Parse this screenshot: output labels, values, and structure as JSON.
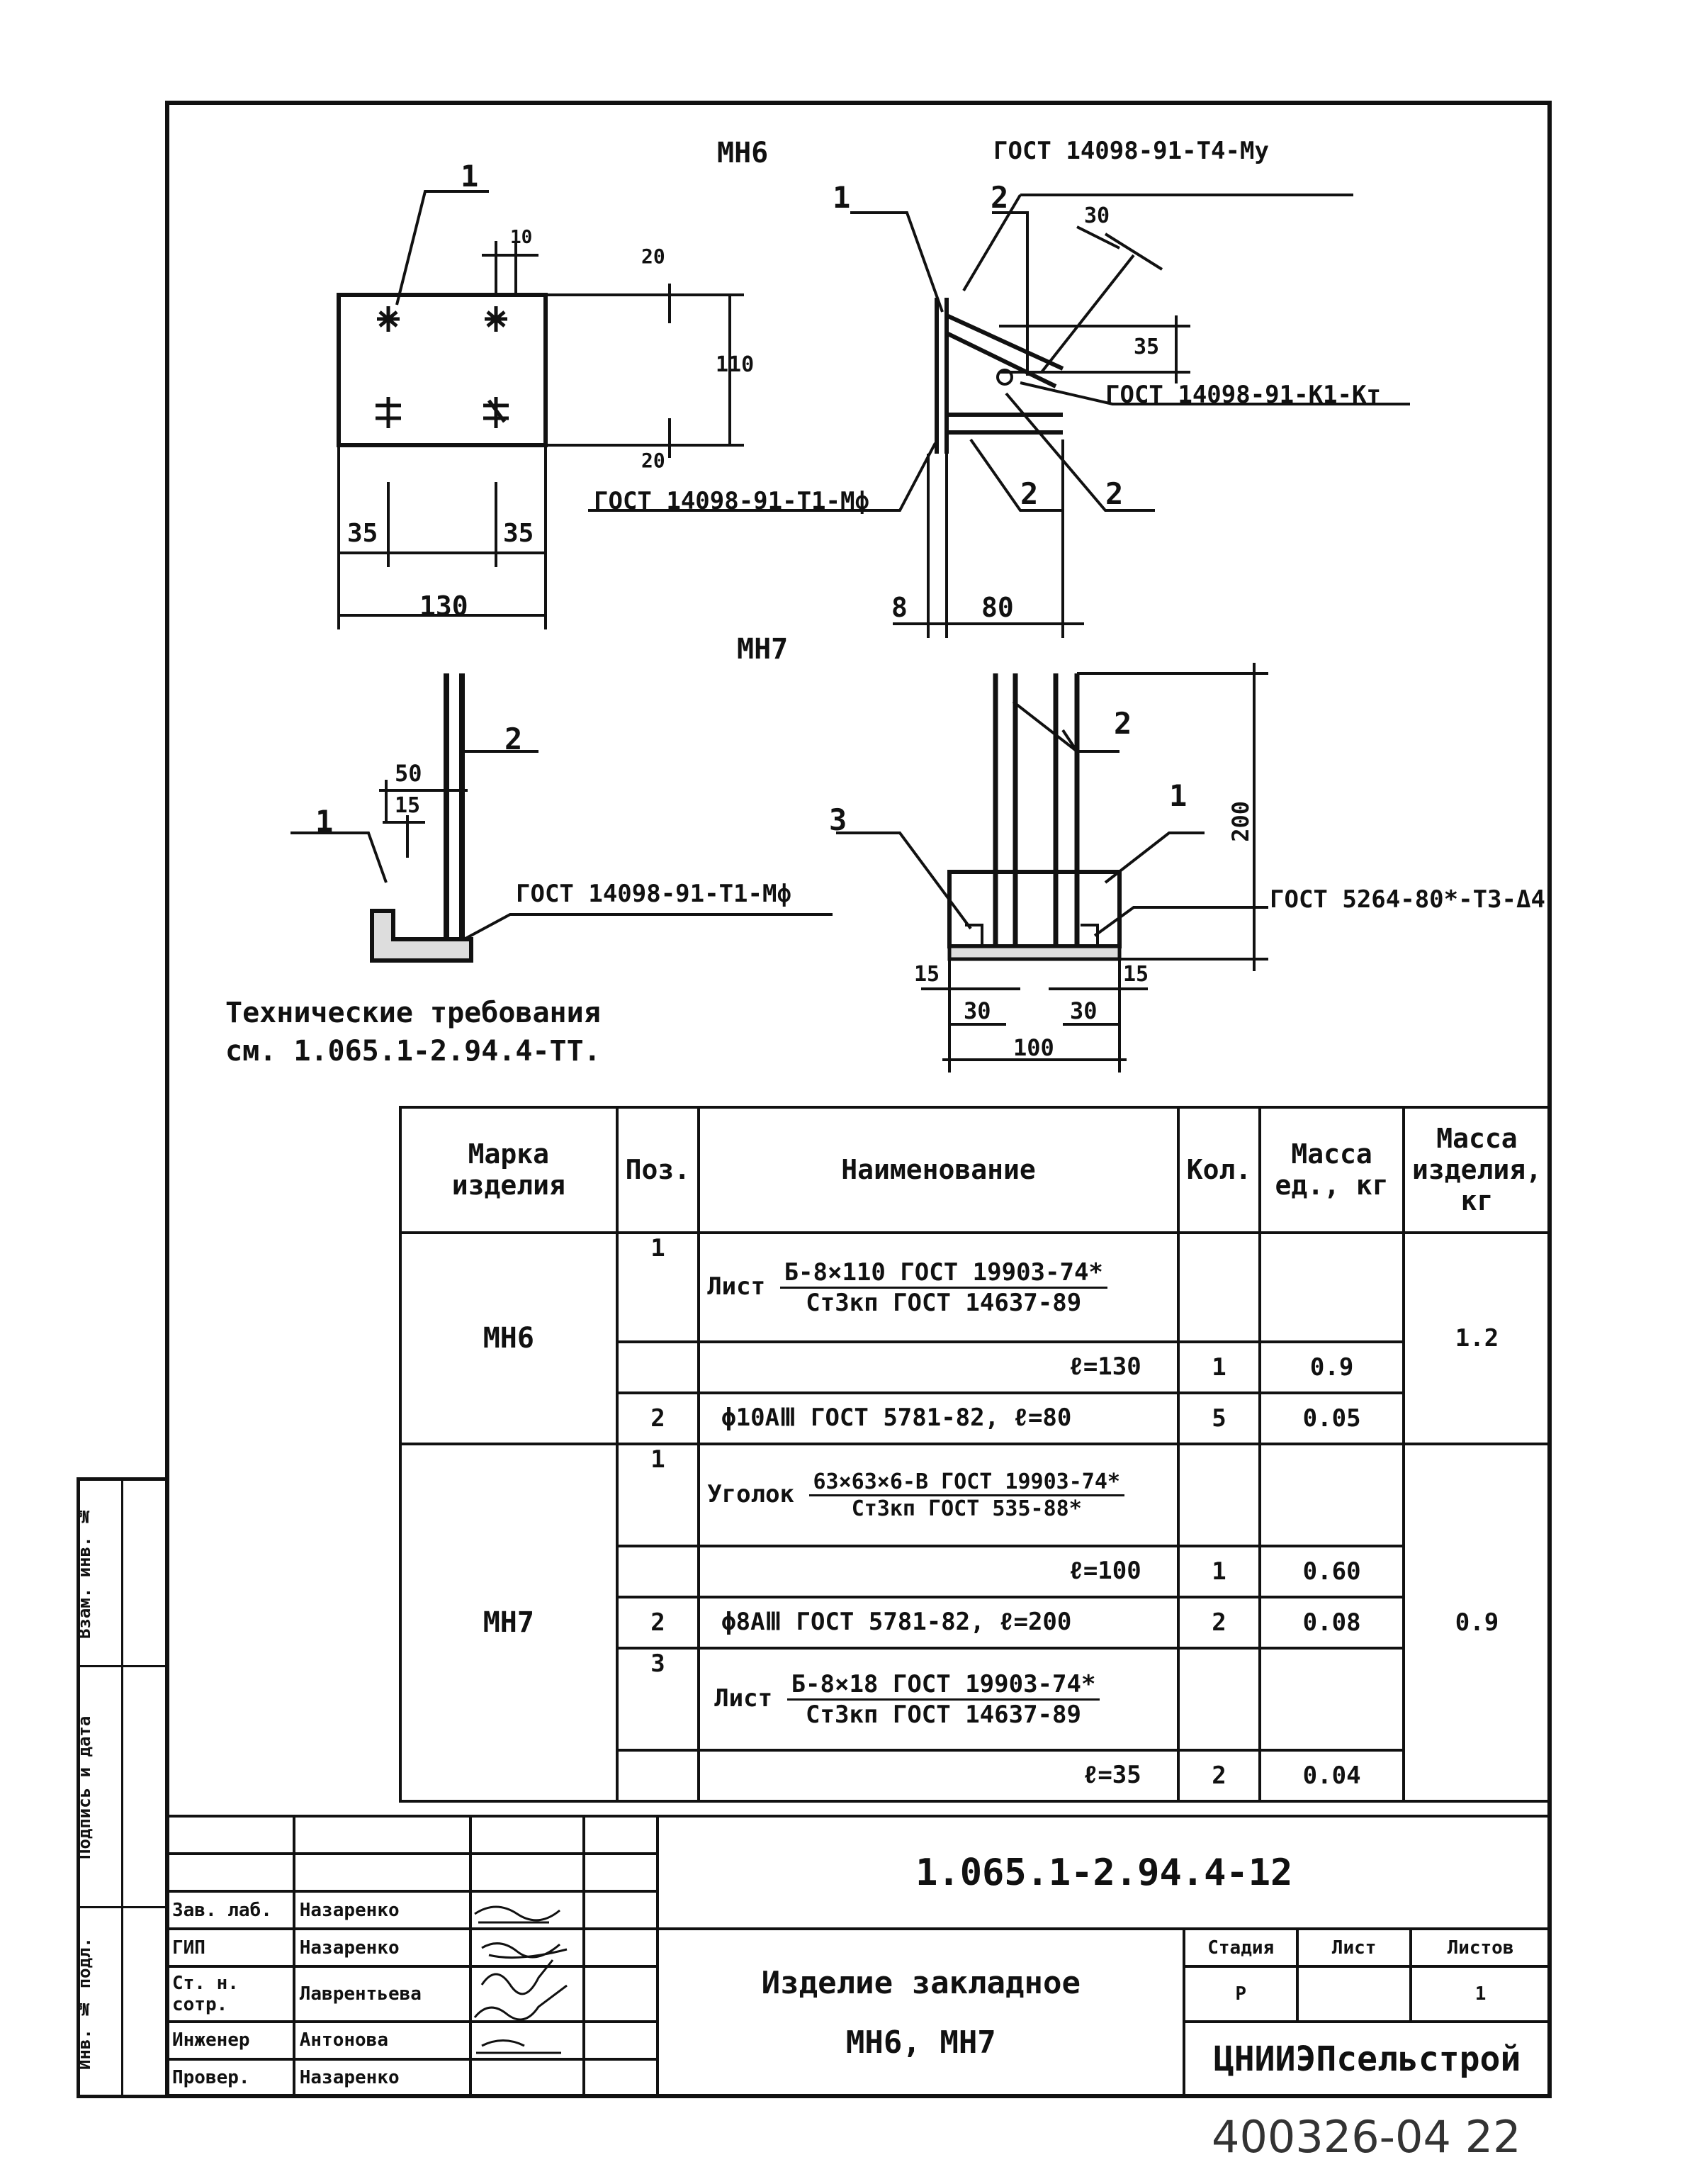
{
  "drawing": {
    "mn6": {
      "title": "МН6",
      "callouts": [
        "ГОСТ 14098-91-Т4-Му",
        "ГОСТ 14098-91-К1-Кт",
        "ГОСТ 14098-91-Т1-Мф"
      ],
      "dims": [
        "10",
        "20",
        "110",
        "20",
        "35",
        "35",
        "130",
        "30",
        "35",
        "8",
        "80"
      ],
      "pos": [
        "1",
        "1",
        "2",
        "2",
        "2"
      ]
    },
    "mn7": {
      "title": "МН7",
      "callouts": [
        "ГОСТ 14098-91-Т1-Мф",
        "ГОСТ 5264-80*-Т3-Δ4"
      ],
      "dims": [
        "50",
        "15",
        "200",
        "15",
        "30",
        "30",
        "15",
        "100"
      ],
      "pos": [
        "1",
        "2",
        "3",
        "1",
        "2"
      ]
    },
    "tech_req": [
      "Технические требования",
      "см. 1.065.1-2.94.4-ТТ."
    ]
  },
  "spec": {
    "headers": {
      "mark": "Марка изделия",
      "pos": "Поз.",
      "name": "Наименование",
      "qty": "Кол.",
      "mass_unit": "Масса ед., кг",
      "mass_item": "Масса изделия, кг"
    },
    "mn6": {
      "mark": "МН6",
      "mass": "1.2",
      "r1": {
        "pos": "1",
        "kind": "Лист",
        "num": "Б-8×110 ГОСТ 19903-74*",
        "den": "Ст3кп ГОСТ 14637-89"
      },
      "r1l": {
        "len": "ℓ=130",
        "qty": "1",
        "mass": "0.9"
      },
      "r2": {
        "pos": "2",
        "name": "ϕ10АⅢ ГОСТ 5781-82, ℓ=80",
        "qty": "5",
        "mass": "0.05"
      }
    },
    "mn7": {
      "mark": "МН7",
      "mass": "0.9",
      "r1": {
        "pos": "1",
        "kind": "Уголок",
        "num": "63×63×6-В ГОСТ 19903-74*",
        "den": "Ст3кп ГОСТ 535-88*"
      },
      "r1l": {
        "len": "ℓ=100",
        "qty": "1",
        "mass": "0.60"
      },
      "r2": {
        "pos": "2",
        "name": "ϕ8АⅢ ГОСТ 5781-82, ℓ=200",
        "qty": "2",
        "mass": "0.08"
      },
      "r3": {
        "pos": "3",
        "kind": "Лист",
        "num": "Б-8×18 ГОСТ 19903-74*",
        "den": "Ст3кп ГОСТ 14637-89"
      },
      "r3l": {
        "len": "ℓ=35",
        "qty": "2",
        "mass": "0.04"
      }
    }
  },
  "titleblock": {
    "code": "1.065.1-2.94.4-12",
    "title_l1": "Изделие закладное",
    "title_l2": "МН6, МН7",
    "stage_h": "Стадия",
    "sheet_h": "Лист",
    "sheets_h": "Листов",
    "stage": "Р",
    "sheet": "",
    "sheets": "1",
    "org": "ЦНИИЭПсельстрой",
    "roles": [
      {
        "role": "Зав. лаб.",
        "name": "Назаренко"
      },
      {
        "role": "ГИП",
        "name": "Назаренко"
      },
      {
        "role": "Ст. н. сотр.",
        "name": "Лаврентьева"
      },
      {
        "role": "Инженер",
        "name": "Антонова"
      },
      {
        "role": "Провер.",
        "name": "Назаренко"
      }
    ]
  },
  "sidebar": {
    "f1": "Взам. инв. №",
    "f2": "Подпись и дата",
    "f3": "Инв. № подл."
  },
  "stamp": "400326-04 22"
}
